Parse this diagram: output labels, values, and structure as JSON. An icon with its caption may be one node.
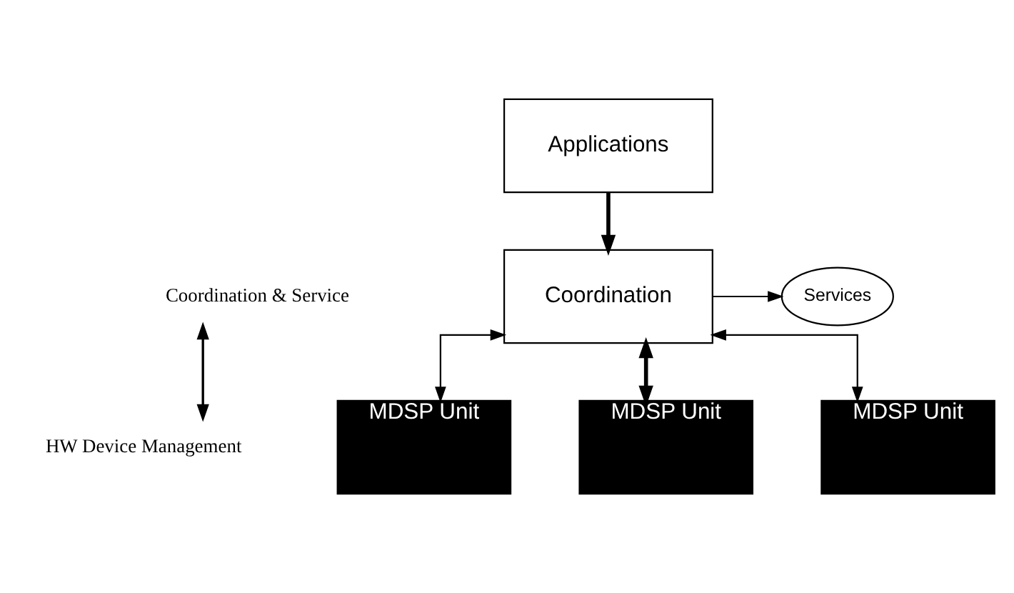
{
  "diagram": {
    "nodes": [
      {
        "text": [
          "Applications"
        ]
      },
      {
        "text": [
          "Coordination"
        ]
      },
      {
        "text": [
          "Services"
        ]
      },
      {
        "text": [
          "MDSP Unit"
        ]
      },
      {
        "text": [
          "MDSP Unit"
        ]
      },
      {
        "text": [
          "MDSP Unit"
        ]
      }
    ],
    "edges": [
      {
        "from": 0,
        "to": 1,
        "arrow": "to",
        "style": "thick"
      },
      {
        "from": 1,
        "to": 2,
        "arrow": "to"
      },
      {
        "from": 1,
        "to": 3,
        "arrow": "both"
      },
      {
        "from": 1,
        "to": 4,
        "arrow": "both",
        "style": "thick"
      },
      {
        "from": 1,
        "to": 5,
        "arrow": "both"
      }
    ],
    "labels": [
      "Coordination & Service",
      "HW Device Management"
    ]
  }
}
